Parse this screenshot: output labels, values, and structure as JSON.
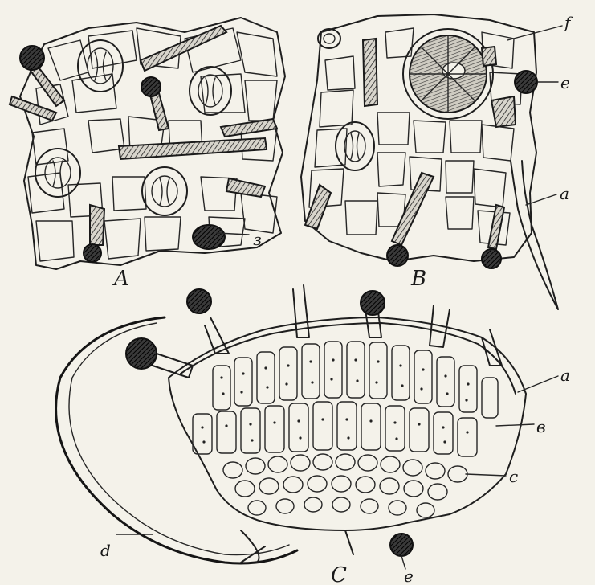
{
  "panels": {
    "A": {
      "label": "A",
      "annotations": [
        "з"
      ]
    },
    "B": {
      "label": "B",
      "annotations": [
        "f",
        "e",
        "a"
      ]
    },
    "C": {
      "label": "C",
      "annotations": [
        "a",
        "в",
        "c",
        "d",
        "e"
      ]
    }
  },
  "colors": {
    "paper": "#f4f2ea",
    "ink": "#1e1e1e"
  }
}
